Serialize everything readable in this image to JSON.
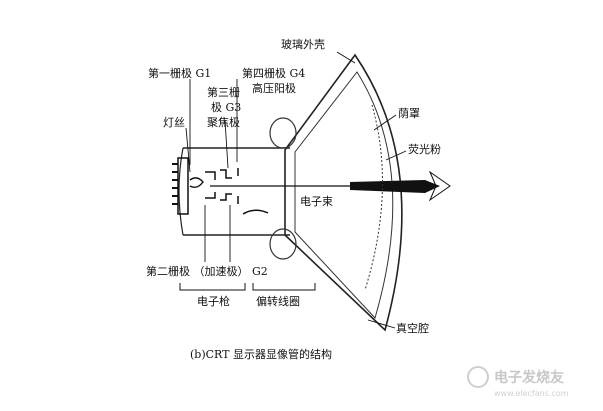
{
  "labels": {
    "glass_shell": "玻璃外壳",
    "grid_g1": "第一栅极 G1",
    "grid_g4": "第四栅极 G4",
    "high_voltage_anode": "高压阳极",
    "grid_g3_line1": "第三栅",
    "grid_g3_line2": "极 G3",
    "focusing_electrode": "聚焦极",
    "filament": "灯丝",
    "shadow_mask": "荫罩",
    "phosphor": "荧光粉",
    "electron_beam": "电子束",
    "grid_g2": "第二栅极 （加速极） G2",
    "electron_gun": "电子枪",
    "deflection_coil": "偏转线圈",
    "vacuum_chamber": "真空腔"
  },
  "caption": "(b)CRT 显示器显像管的结构",
  "watermark": {
    "text": "电子发烧友",
    "url_text": "www.elecfans.com"
  }
}
